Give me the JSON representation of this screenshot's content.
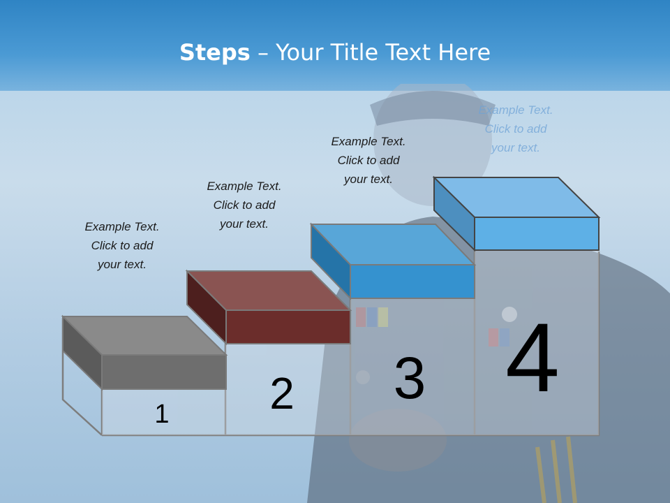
{
  "slide": {
    "title_bold": "Steps",
    "title_rest": " – Your Title Text Here"
  },
  "steps": [
    {
      "number": "1",
      "caption": [
        "Example Text.",
        "Click  to add",
        "your text."
      ],
      "color": "#6e6e6e"
    },
    {
      "number": "2",
      "caption": [
        "Example Text.",
        "Click  to add",
        "your text."
      ],
      "color": "#6b2d2b"
    },
    {
      "number": "3",
      "caption": [
        "Example Text.",
        "Click  to add",
        "your text."
      ],
      "color": "#2f8fcf"
    },
    {
      "number": "4",
      "caption": [
        "Example Text.",
        "Click  to add",
        "your text."
      ],
      "color": "#5aaee3"
    }
  ]
}
